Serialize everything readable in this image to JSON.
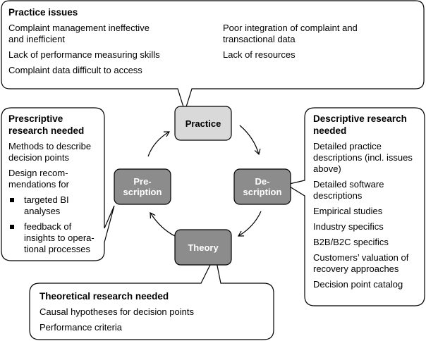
{
  "practice_issues": {
    "title": "Practice issues",
    "left_items": [
      "Complaint management ineffective\nand inefficient",
      "Lack of performance measuring skills",
      "Complaint data difficult to access"
    ],
    "right_items": [
      "Poor integration of complaint and\ntransactional data",
      "Lack of resources"
    ]
  },
  "prescriptive": {
    "title": "Prescriptive\nresearch needed",
    "items": [
      "Methods to describe\ndecision points",
      "Design recom-\nmendations for"
    ],
    "bullets": [
      "targeted BI\nanalyses",
      "feedback of\ninsights to opera-\ntional processes"
    ]
  },
  "descriptive": {
    "title": "Descriptive research\nneeded",
    "items": [
      "Detailed practice\ndescriptions (incl. issues\nabove)",
      "Detailed software\ndescriptions",
      "Empirical studies",
      "Industry specifics",
      "B2B/B2C specifics",
      "Customers’ valuation of\nrecovery approaches",
      "Decision point catalog"
    ]
  },
  "theoretical": {
    "title": "Theoretical research needed",
    "items": [
      "Causal hypotheses for decision points",
      "Performance criteria"
    ]
  },
  "nodes": {
    "practice": "Practice",
    "prescription": "Pre-\nscription",
    "description": "De-\nscription",
    "theory": "Theory"
  },
  "colors": {
    "practice_fill": "#d9d9d9",
    "node_dark_fill": "#8c8c8c",
    "stroke": "#000000",
    "background": "#ffffff"
  }
}
